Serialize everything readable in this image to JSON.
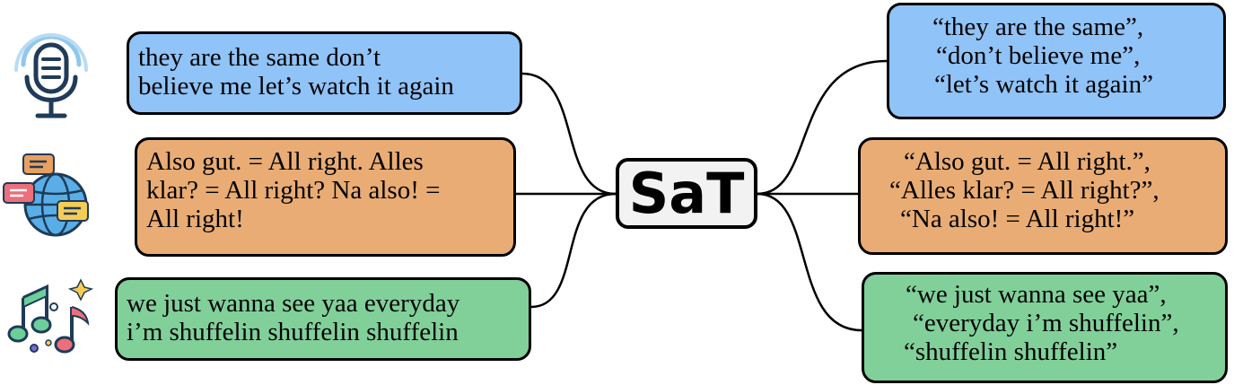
{
  "center": {
    "label": "SaT"
  },
  "inputs": [
    {
      "icon": "microphone-icon",
      "color": "#90c3f7",
      "lines": [
        "they are the same don’t",
        "believe me let’s watch it again"
      ]
    },
    {
      "icon": "globe-chat-icon",
      "color": "#e9ac74",
      "lines": [
        "Also gut. = All right. Alles",
        "klar? = All right? Na also! =",
        "All right!"
      ]
    },
    {
      "icon": "music-notes-icon",
      "color": "#81d09a",
      "lines": [
        "we just wanna see yaa everyday",
        "i’m shuffelin shuffelin shuffelin"
      ]
    }
  ],
  "outputs": [
    {
      "color": "#90c3f7",
      "lines": [
        "“they are the same”,",
        "“don’t believe me”,",
        "“let’s watch it again”"
      ]
    },
    {
      "color": "#e9ac74",
      "lines": [
        "“Also gut. = All right.”,",
        "“Alles klar? = All right?”,",
        "“Na also! = All right!”"
      ]
    },
    {
      "color": "#81d09a",
      "lines": [
        "“we just wanna see yaa”,",
        "“everyday i’m shuffelin”,",
        "“shuffelin shuffelin”"
      ]
    }
  ]
}
